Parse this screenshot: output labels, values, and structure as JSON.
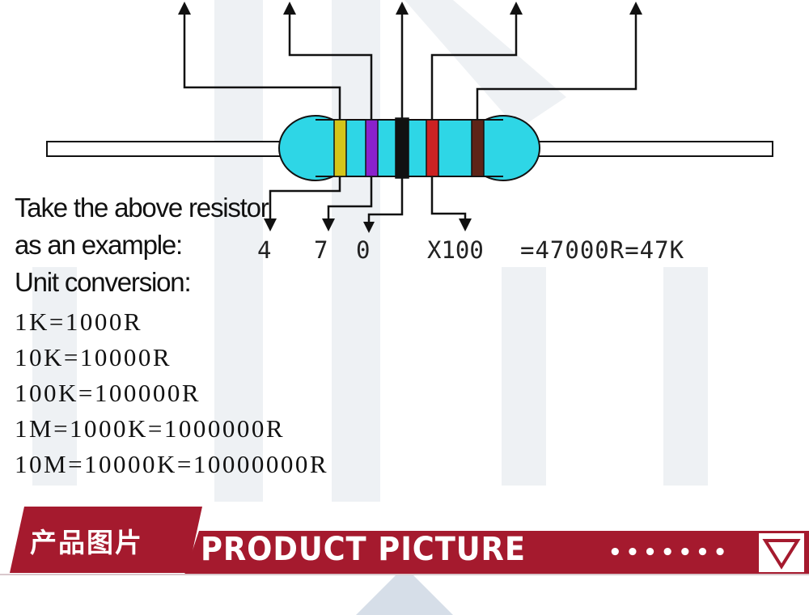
{
  "resistor": {
    "bands": [
      {
        "color": "#d4c51a",
        "digit": "4"
      },
      {
        "color": "#8a22cc",
        "digit": "7"
      },
      {
        "color": "#111111",
        "digit": "0"
      },
      {
        "color": "#cc2222",
        "digit": "X100"
      },
      {
        "color": "#5e2418",
        "digit": ""
      }
    ],
    "body_color": "#2ed6e6",
    "result": "=47000R=47K"
  },
  "intro": {
    "line1": "Take the above resistor",
    "line2": "as an example:",
    "line3": "Unit conversion:"
  },
  "conversions": [
    "1K=1000R",
    "10K=10000R",
    "100K=100000R",
    "1M=1000K=1000000R",
    "10M=10000K=10000000R"
  ],
  "banner": {
    "title_cn": "产品图片",
    "title_en": "PRODUCT PICTURE",
    "dots": "•••••••",
    "accent": "#a51a2e"
  }
}
